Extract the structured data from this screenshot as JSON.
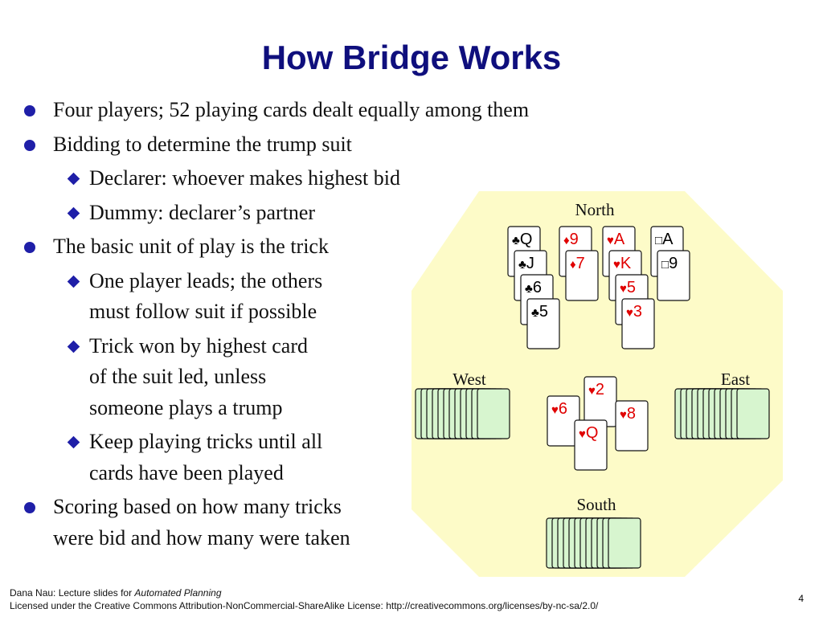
{
  "title": "How Bridge Works",
  "bullets": [
    {
      "level": 1,
      "lines": [
        "Four players; 52 playing cards dealt equally among them"
      ]
    },
    {
      "level": 1,
      "lines": [
        "Bidding to determine the trump suit"
      ]
    },
    {
      "level": 2,
      "lines": [
        "Declarer: whoever makes highest bid"
      ]
    },
    {
      "level": 2,
      "lines": [
        "Dummy: declarer’s partner"
      ]
    },
    {
      "level": 1,
      "lines": [
        "The basic unit of play is the trick"
      ]
    },
    {
      "level": 2,
      "lines": [
        "One player leads; the others",
        "must follow suit if possible"
      ]
    },
    {
      "level": 2,
      "lines": [
        "Trick won by highest card",
        "of the suit led, unless",
        "someone plays a trump"
      ]
    },
    {
      "level": 2,
      "lines": [
        "Keep playing tricks until all",
        "cards have been played"
      ]
    },
    {
      "level": 1,
      "lines": [
        "Scoring based on how many tricks",
        "were bid and how many were taken"
      ]
    }
  ],
  "table": {
    "background": "#fdfbc8",
    "seats": {
      "north": "North",
      "west": "West",
      "east": "East",
      "south": "South"
    },
    "north_hand": [
      {
        "suit": "clubs",
        "symbol": "♣",
        "cards": [
          "Q",
          "J",
          "6",
          "5"
        ],
        "color": "#000000"
      },
      {
        "suit": "diamonds",
        "symbol": "♦",
        "cards": [
          "9",
          "7"
        ],
        "color": "#e00000"
      },
      {
        "suit": "hearts",
        "symbol": "♥",
        "cards": [
          "A",
          "K",
          "5",
          "3"
        ],
        "color": "#e00000"
      },
      {
        "suit": "spades",
        "symbol": "□",
        "cards": [
          "A",
          "9"
        ],
        "color": "#000000"
      }
    ],
    "trick": [
      {
        "seat": "north",
        "symbol": "♥",
        "rank": "2",
        "color": "#e00000"
      },
      {
        "seat": "west",
        "symbol": "♥",
        "rank": "6",
        "color": "#e00000"
      },
      {
        "seat": "east",
        "symbol": "♥",
        "rank": "8",
        "color": "#e00000"
      },
      {
        "seat": "south",
        "symbol": "♥",
        "rank": "Q",
        "color": "#e00000"
      }
    ],
    "card_back_color": "#d7f5cf"
  },
  "footer": {
    "line1_prefix": "Dana Nau: Lecture slides for ",
    "line1_italic": "Automated Planning",
    "line2": "Licensed under the Creative Commons Attribution-NonCommercial-ShareAlike License: http://creativecommons.org/licenses/by-nc-sa/2.0/",
    "page_number": "4"
  }
}
